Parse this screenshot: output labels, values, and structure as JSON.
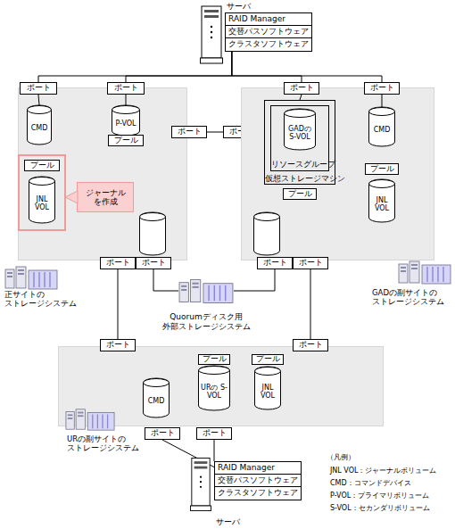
{
  "diagram": {
    "nodes": [
      {
        "text": [
          "サーバ",
          "RAID Manager",
          "交替パスソフトウェア",
          "クラスタソフトウェア"
        ]
      },
      {
        "text": [
          "正サイトの ストレージシステム"
        ]
      },
      {
        "text": [
          "ポート"
        ],
        "in": 1
      },
      {
        "text": [
          "ポート"
        ],
        "in": 1
      },
      {
        "text": [
          "CMD"
        ],
        "in": 1
      },
      {
        "text": [
          "P-VOL"
        ],
        "in": 1
      },
      {
        "text": [
          "プール"
        ],
        "in": 1
      },
      {
        "text": [
          "プール"
        ],
        "in": 1
      },
      {
        "text": [
          "JNL VOL"
        ],
        "in": 1
      },
      {
        "text": [
          "ジャーナル を作成"
        ],
        "in": 1
      },
      {
        "text": [
          "ポート"
        ],
        "in": 1
      },
      {
        "text": [
          "ポート"
        ],
        "in": 1
      },
      {
        "text": [
          "ポート"
        ]
      },
      {
        "text": [
          "ポート"
        ]
      },
      {
        "text": [
          "GADの副サイトの ストレージシステム"
        ]
      },
      {
        "text": [
          "ポート"
        ],
        "in": 14
      },
      {
        "text": [
          "ポート"
        ],
        "in": 14
      },
      {
        "text": [
          "仮想ストレージマシン"
        ],
        "in": 14
      },
      {
        "text": [
          "リソースグループ"
        ],
        "in": 17
      },
      {
        "text": [
          "GADの S-VOL"
        ],
        "in": 18
      },
      {
        "text": [
          "プール"
        ],
        "in": 14
      },
      {
        "text": [
          "CMD"
        ],
        "in": 14
      },
      {
        "text": [
          "プール"
        ],
        "in": 14
      },
      {
        "text": [
          "JNL VOL"
        ],
        "in": 14
      },
      {
        "text": [
          "ポート"
        ],
        "in": 14
      },
      {
        "text": [
          "ポート"
        ],
        "in": 14
      },
      {
        "text": [
          "Quorumディスク用 外部ストレージシステム"
        ]
      },
      {
        "text": [
          "URの副サイトの ストレージシステム"
        ]
      },
      {
        "text": [
          "ポート"
        ],
        "in": 27
      },
      {
        "text": [
          "ポート"
        ],
        "in": 27
      },
      {
        "text": [
          "プール"
        ],
        "in": 27
      },
      {
        "text": [
          "プール"
        ],
        "in": 27
      },
      {
        "text": [
          "CMD"
        ],
        "in": 27
      },
      {
        "text": [
          "URの S-VOL"
        ],
        "in": 27
      },
      {
        "text": [
          "JNL VOL"
        ],
        "in": 27
      },
      {
        "text": [
          "ポート"
        ],
        "in": 27
      },
      {
        "text": [
          "ポート"
        ],
        "in": 27
      },
      {
        "text": [
          "RAID Manager",
          "交替パスソフトウェア",
          "クラスタソフトウェア",
          "サーバ"
        ]
      }
    ],
    "edges": [
      {
        "from": 0,
        "to": 2,
        "arrow": "none"
      },
      {
        "from": 0,
        "to": 3,
        "arrow": "none"
      },
      {
        "from": 0,
        "to": 15,
        "arrow": "none"
      },
      {
        "from": 0,
        "to": 16,
        "arrow": "none"
      },
      {
        "from": 2,
        "to": 4,
        "arrow": "none"
      },
      {
        "from": 3,
        "to": 5,
        "arrow": "none"
      },
      {
        "from": 12,
        "to": 13,
        "arrow": "none"
      },
      {
        "from": 15,
        "to": 17,
        "arrow": "none"
      },
      {
        "from": 16,
        "to": 21,
        "arrow": "none"
      },
      {
        "from": 10,
        "to": 28,
        "arrow": "none"
      },
      {
        "from": 11,
        "to": 26,
        "arrow": "none"
      },
      {
        "from": 24,
        "to": 26,
        "arrow": "none"
      },
      {
        "from": 25,
        "to": 29,
        "arrow": "none"
      },
      {
        "from": 35,
        "to": 37,
        "arrow": "none"
      },
      {
        "from": 36,
        "to": 37,
        "arrow": "none"
      }
    ],
    "labels": [
      "（凡例）"
    ],
    "legend": [
      {
        "text": "JNL VOL：ジャーナルボリューム"
      },
      {
        "text": "CMD：コマンドデバイス"
      },
      {
        "text": "P-VOL：プライマリボリューム"
      },
      {
        "text": "S-VOL：セカンダリボリューム"
      }
    ]
  }
}
